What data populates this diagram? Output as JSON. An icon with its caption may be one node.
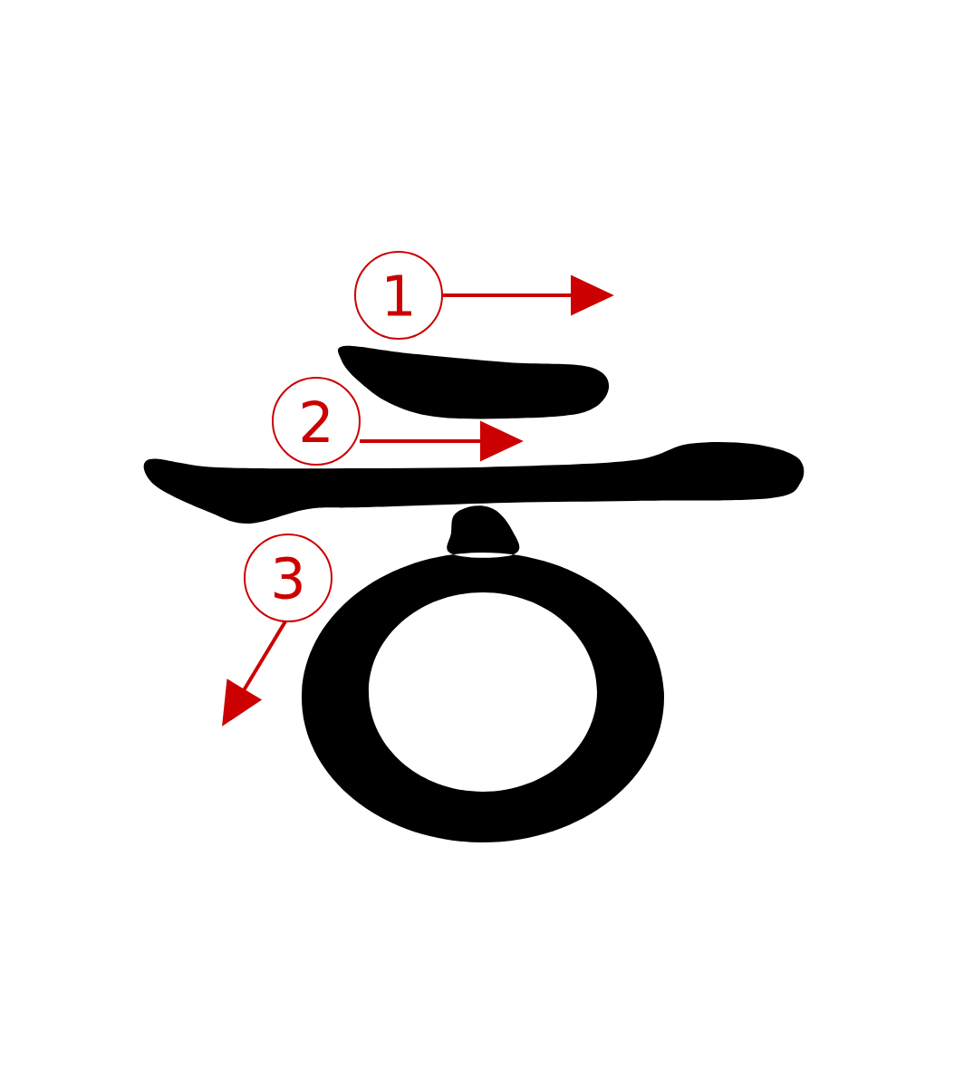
{
  "diagram": {
    "nodes": [
      {
        "text": [
          "1"
        ]
      },
      {
        "text": [
          "2"
        ]
      },
      {
        "text": [
          "3"
        ]
      }
    ]
  }
}
